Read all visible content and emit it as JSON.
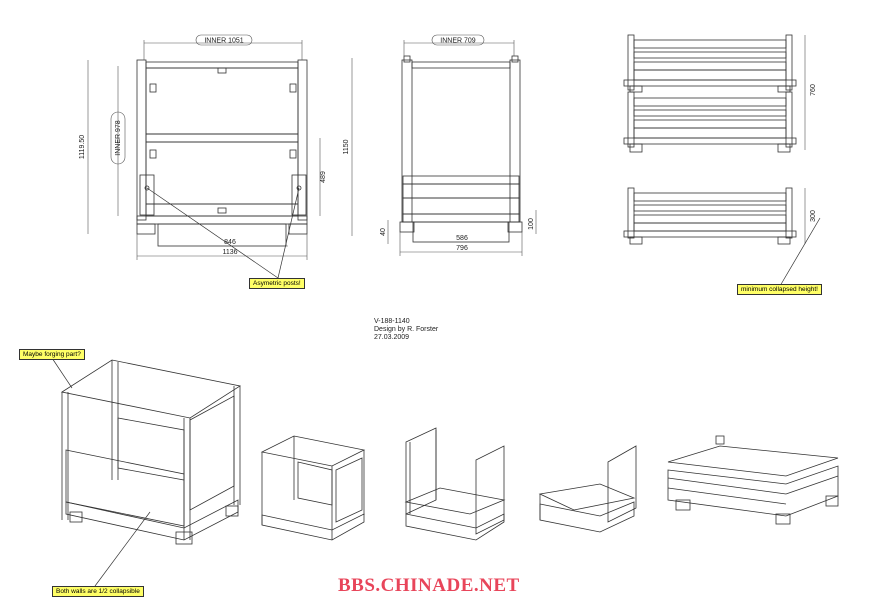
{
  "front_view": {
    "inner_width_label": "INNER 1051",
    "inner_height_label": "INNER 978",
    "outer_height": "1119.50",
    "right_height": "1150",
    "door_height": "489",
    "base_inner": "846",
    "base_outer": "1136"
  },
  "side_view": {
    "inner_width_label": "INNER 709",
    "foot_height": "40",
    "base_inner": "586",
    "base_outer": "796",
    "foot_right": "100"
  },
  "stack_view": {
    "stack_height": "760",
    "collapsed_height": "300"
  },
  "title_block": {
    "part_number": "V-188-1140",
    "designer": "Design by R. Forster",
    "date": "27.03.2009"
  },
  "notes": {
    "asymmetric": "Asymetric posts!",
    "min_height": "minimum collapsed height!",
    "forging": "Maybe forging part?",
    "walls": "Both walls are 1/2 collapsible"
  },
  "watermark": "BBS.CHINADE.NET",
  "colors": {
    "note_fill": "#ffff66",
    "watermark": "#e8455a",
    "line": "#333333"
  }
}
